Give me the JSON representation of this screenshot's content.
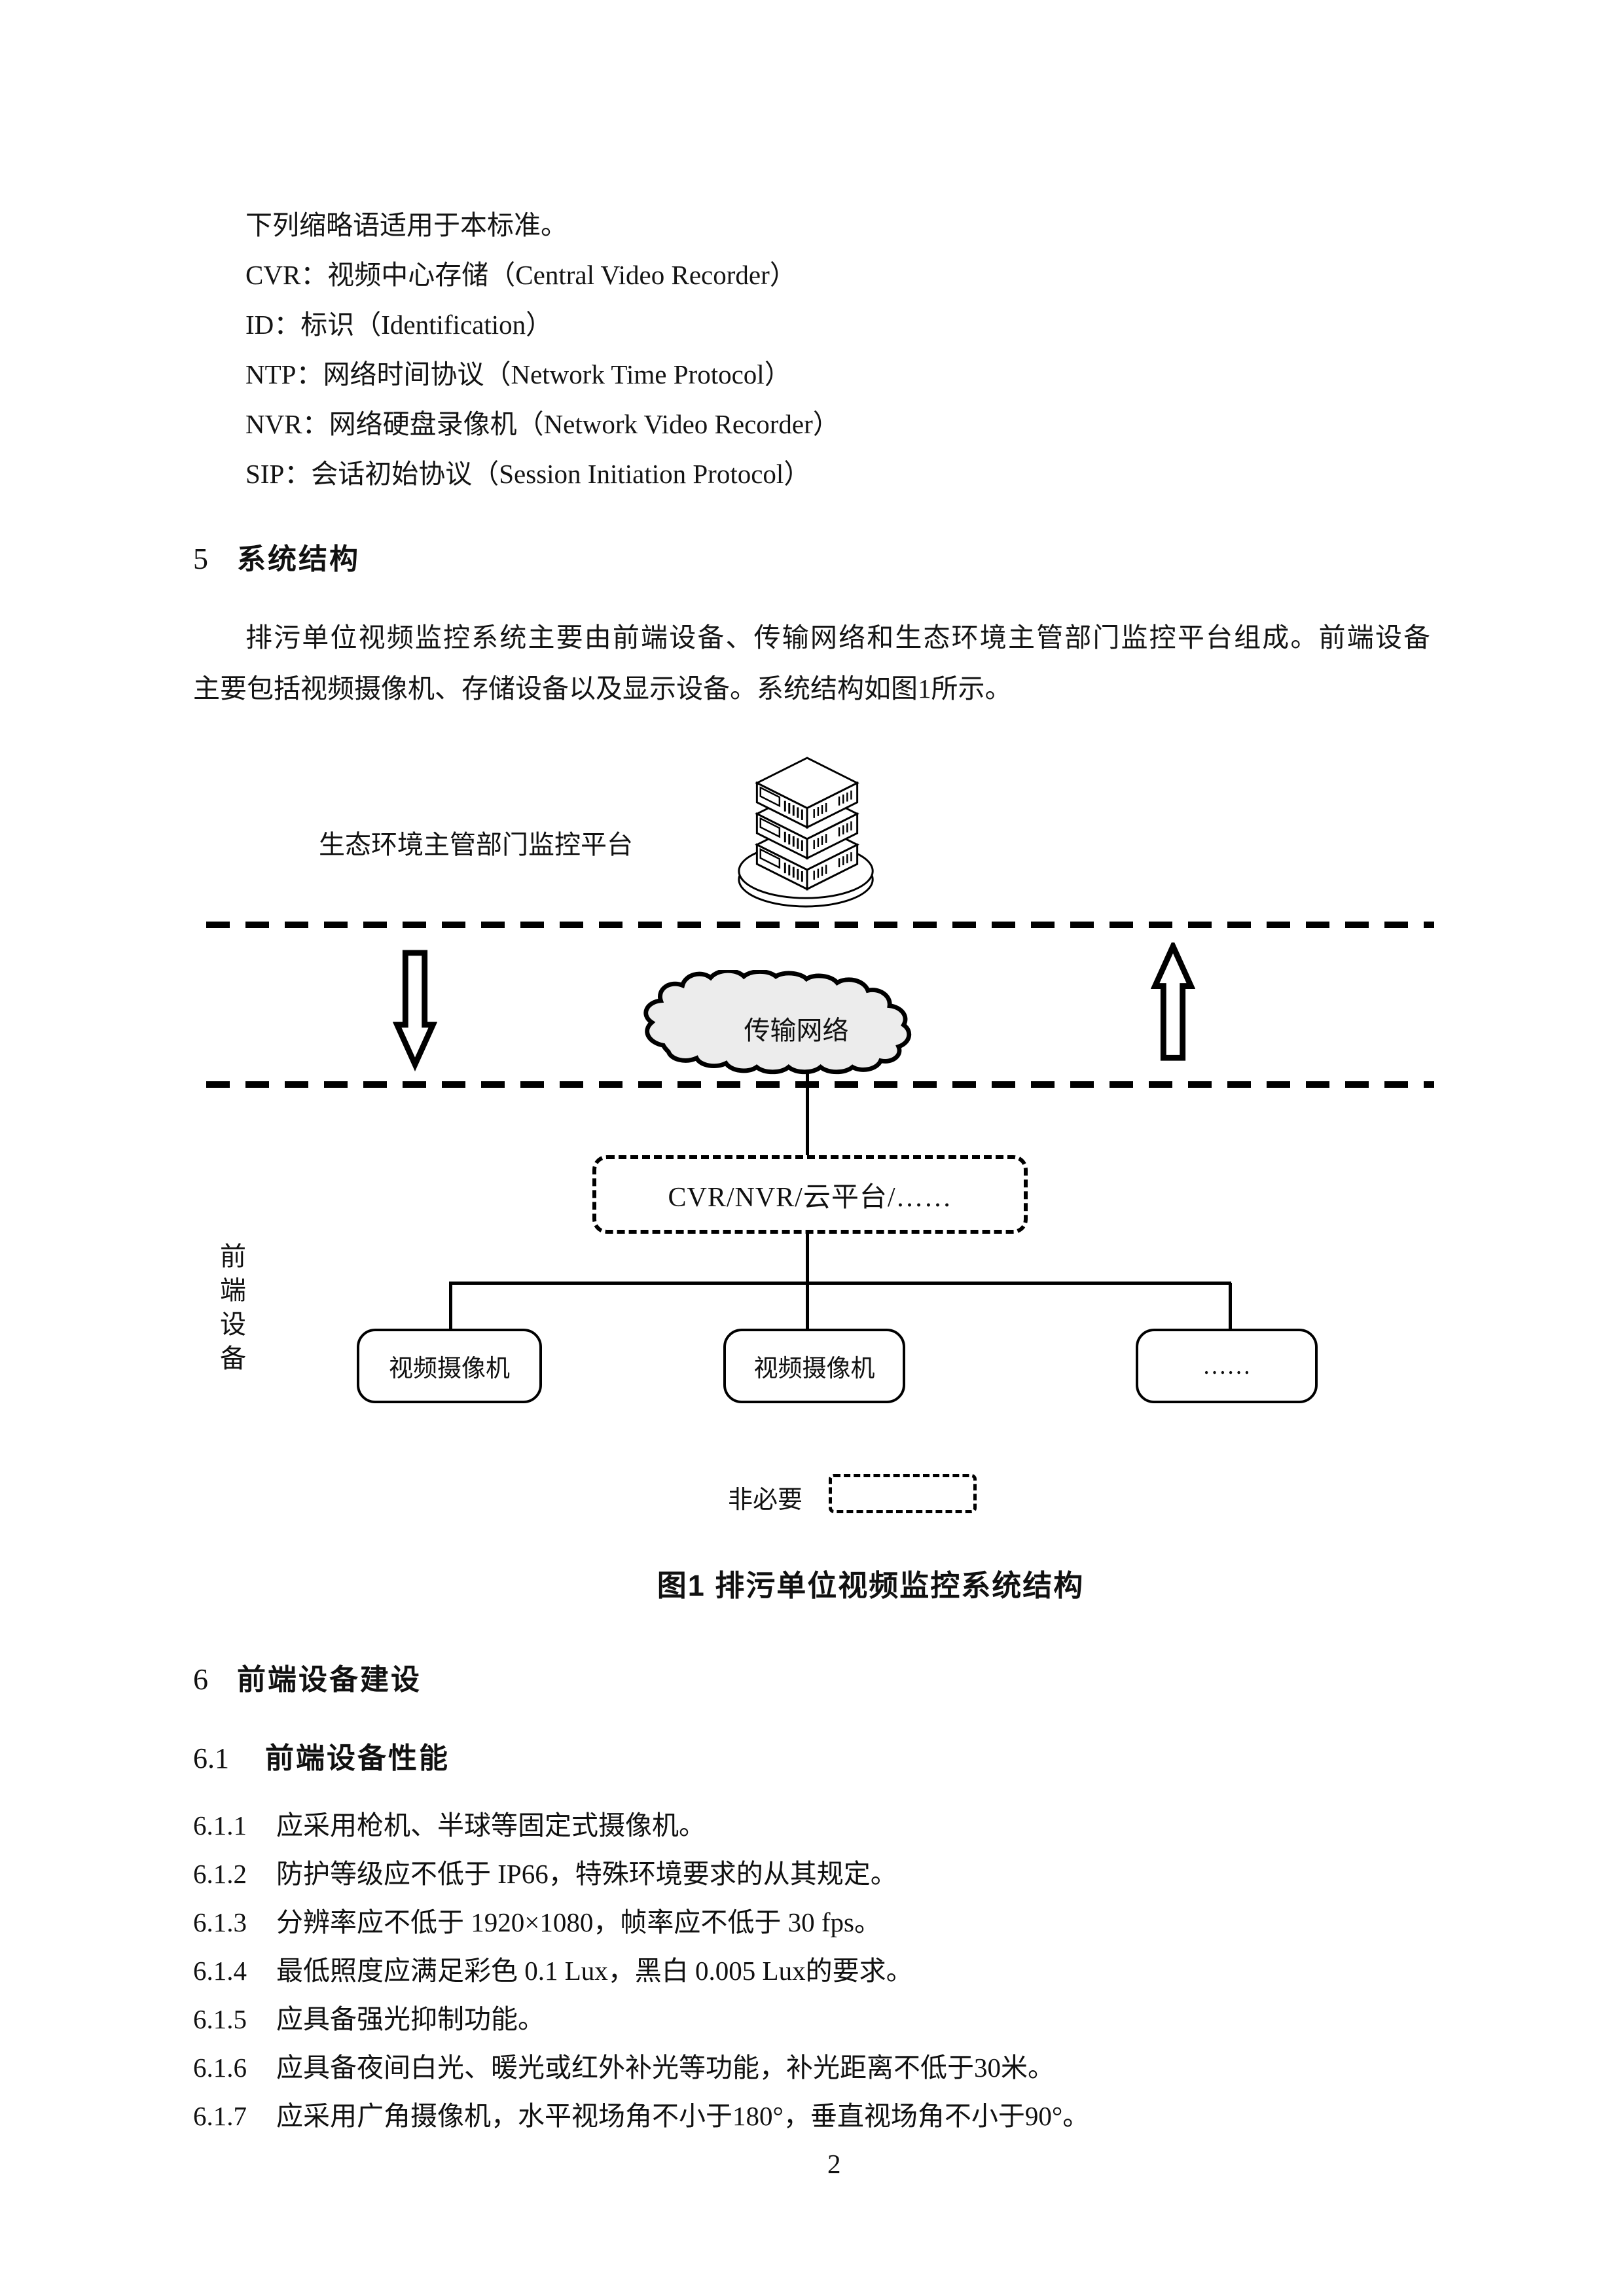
{
  "page": {
    "number": "2",
    "background": "#ffffff"
  },
  "colors": {
    "ink": "#111111",
    "line": "#000000",
    "cloud_fill": "#ececec"
  },
  "abbr": {
    "intro": "下列缩略语适用于本标准。",
    "items": [
      "CVR：视频中心存储（Central Video Recorder）",
      "ID：标识（Identification）",
      "NTP：网络时间协议（Network Time Protocol）",
      "NVR：网络硬盘录像机（Network Video Recorder）",
      "SIP：会话初始协议（Session Initiation Protocol）"
    ]
  },
  "section5": {
    "number": "5",
    "title": "系统结构",
    "para_line1": "排污单位视频监控系统主要由前端设备、传输网络和生态环境主管部门监控平台组成。前端设备",
    "para_line2": "主要包括视频摄像机、存储设备以及显示设备。系统结构如图1所示。"
  },
  "figure": {
    "platform_label": "生态环境主管部门监控平台",
    "cloud_label": "传输网络",
    "storage_label": "CVR/NVR/云平台/……",
    "frontend_chars": [
      "前",
      "端",
      "设",
      "备"
    ],
    "camera_left": "视频摄像机",
    "camera_center": "视频摄像机",
    "more": "……",
    "legend_label": "非必要",
    "caption": "图1  排污单位视频监控系统结构",
    "icons": {
      "server": "server-stack-icon",
      "cloud": "network-cloud-icon",
      "down_arrow": "arrow-down-icon",
      "up_arrow": "arrow-up-icon"
    }
  },
  "section6": {
    "number": "6",
    "title": "前端设备建设",
    "sub": {
      "number": "6.1",
      "title": "前端设备性能"
    },
    "items": [
      {
        "number": "6.1.1",
        "text": "应采用枪机、半球等固定式摄像机。"
      },
      {
        "number": "6.1.2",
        "text": "防护等级应不低于 IP66，特殊环境要求的从其规定。"
      },
      {
        "number": "6.1.3",
        "text": "分辨率应不低于 1920×1080，帧率应不低于 30 fps。"
      },
      {
        "number": "6.1.4",
        "text": "最低照度应满足彩色 0.1 Lux，黑白 0.005 Lux的要求。"
      },
      {
        "number": "6.1.5",
        "text": "应具备强光抑制功能。"
      },
      {
        "number": "6.1.6",
        "text": "应具备夜间白光、暖光或红外补光等功能，补光距离不低于30米。"
      },
      {
        "number": "6.1.7",
        "text": "应采用广角摄像机，水平视场角不小于180°，垂直视场角不小于90°。"
      }
    ]
  }
}
